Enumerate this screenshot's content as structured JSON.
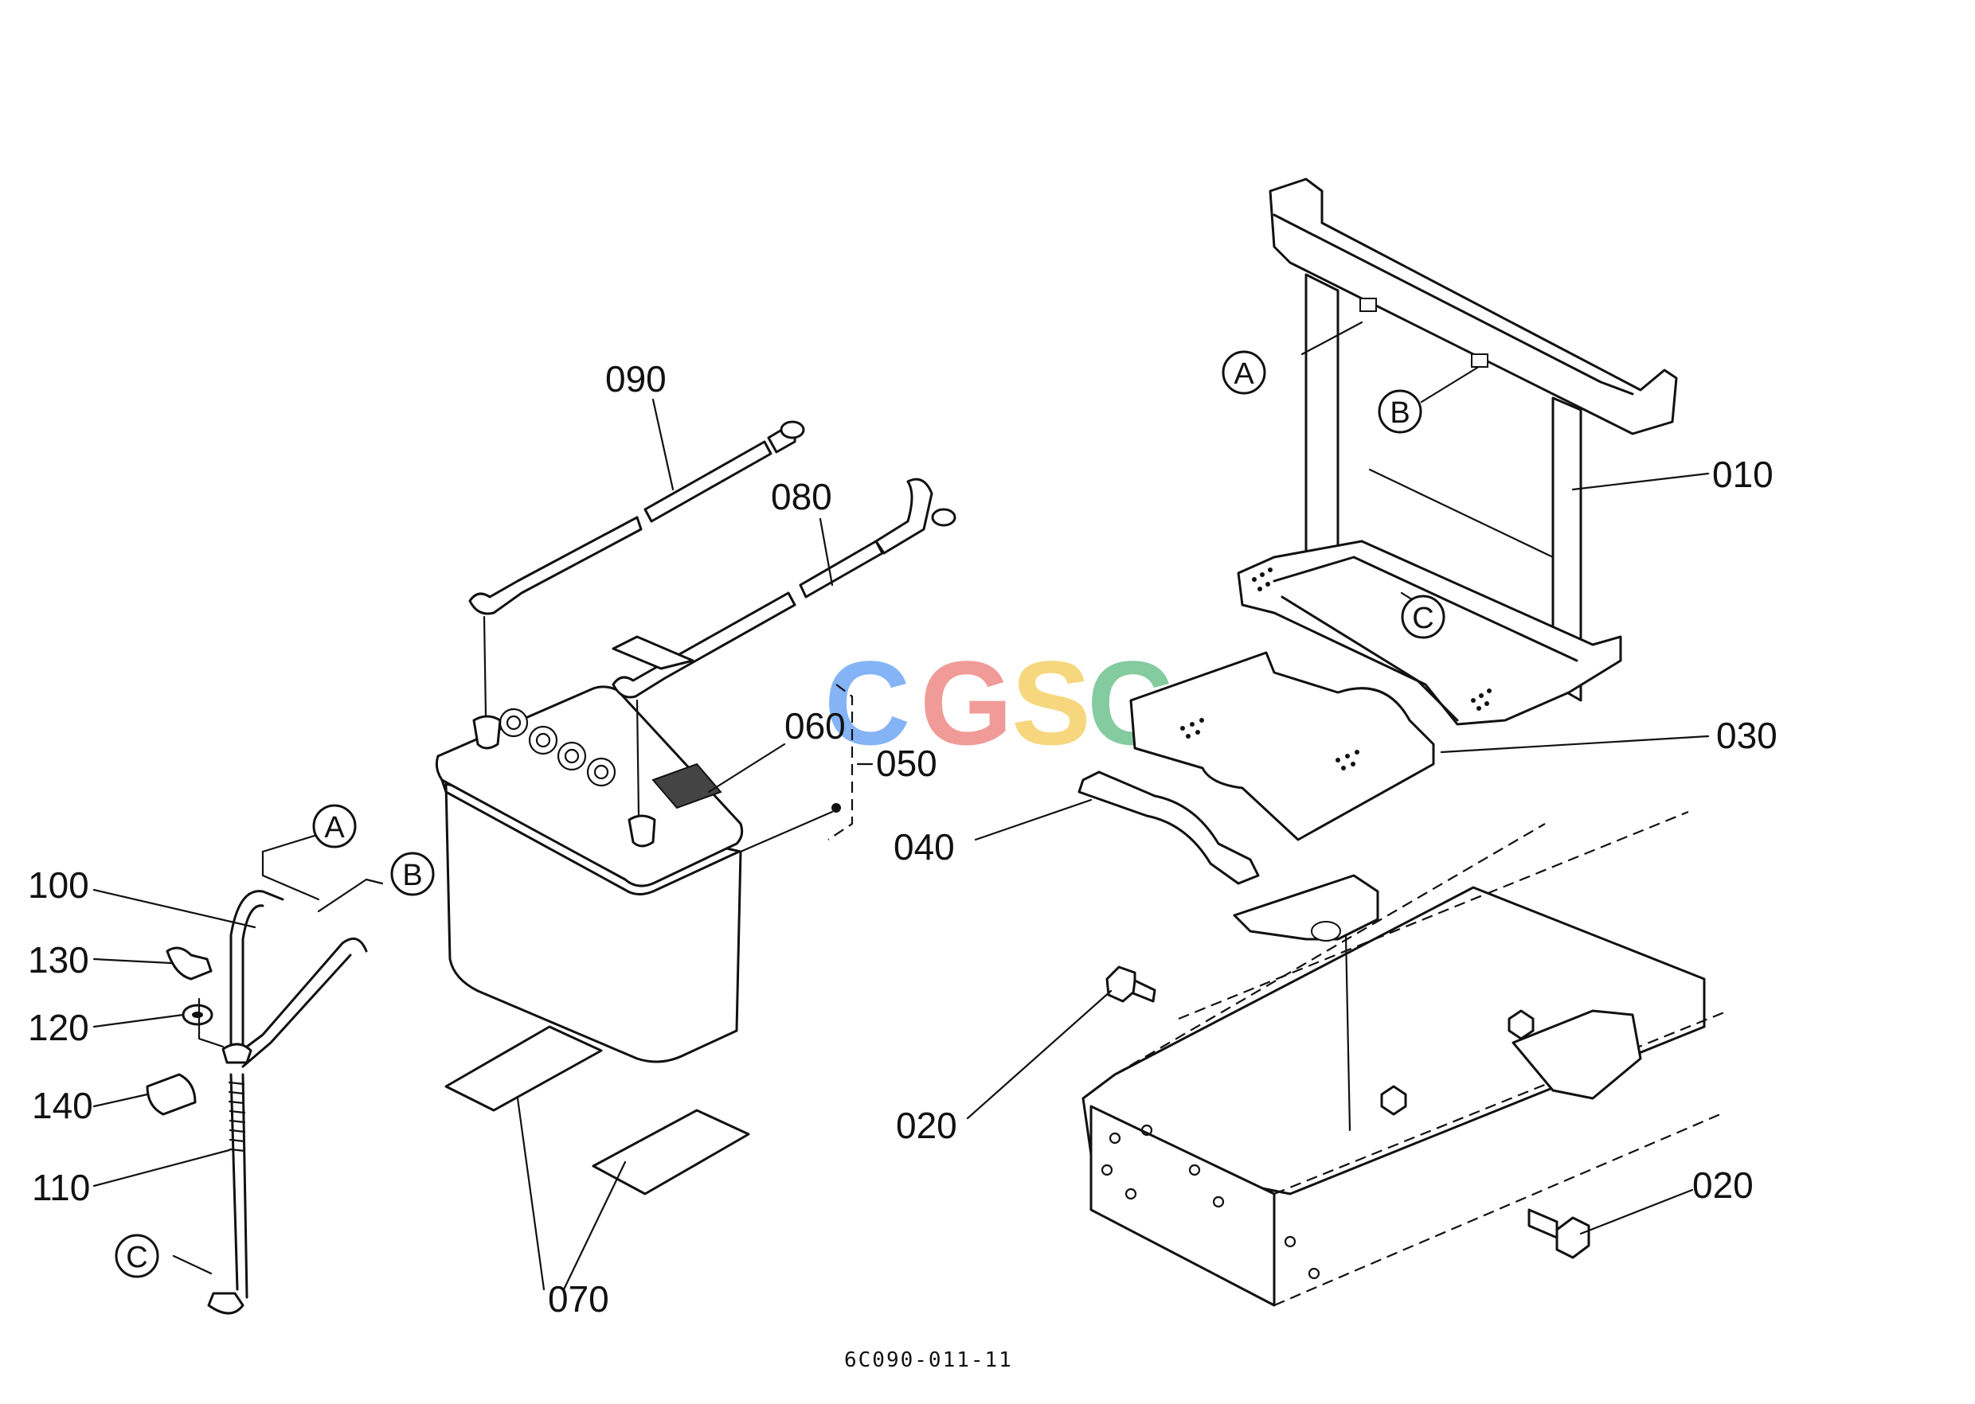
{
  "figure_code": "6C090-011-11",
  "watermark": {
    "letters": [
      "C",
      "G",
      "S",
      "C"
    ],
    "colors": [
      "#6fa8f5",
      "#ee8a85",
      "#f5d168",
      "#6fc38f"
    ]
  },
  "part_labels": {
    "p010": "010",
    "p020a": "020",
    "p020b": "020",
    "p030": "030",
    "p040": "040",
    "p050": "050",
    "p060": "060",
    "p070": "070",
    "p080": "080",
    "p090": "090",
    "p100": "100",
    "p110": "110",
    "p120": "120",
    "p130": "130",
    "p140": "140"
  },
  "reference_markers": {
    "a_left": "A",
    "b_left": "B",
    "c_left": "C",
    "a_right": "A",
    "b_right": "B",
    "c_right": "C"
  }
}
